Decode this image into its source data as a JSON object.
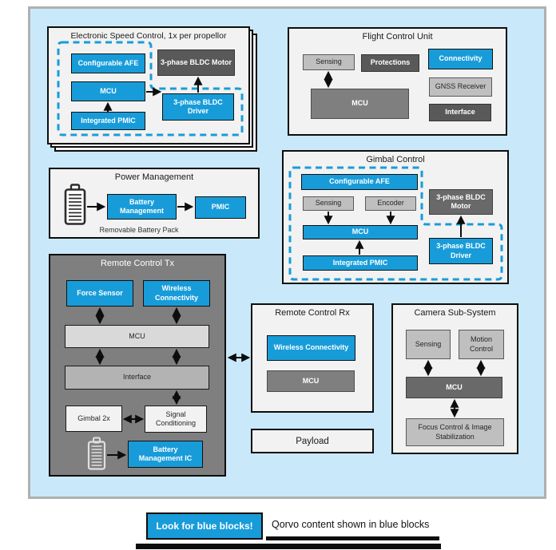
{
  "colors": {
    "panel_bg": "#c9e9fa",
    "qorvo_blue": "#189cd9",
    "dark_gray": "#595959",
    "medium_gray": "#7f7f7f",
    "light_gray": "#bfbfbf",
    "section_bg": "#f2f2f2"
  },
  "icons": {
    "battery_pack": "battery-icon",
    "battery_tx": "battery-icon"
  },
  "sections": {
    "esc": {
      "title": "Electronic Speed Control, 1x per propellor",
      "blocks": {
        "afe": "Configurable AFE",
        "mcu": "MCU",
        "pmic": "Integrated PMIC",
        "motor": "3-phase BLDC Motor",
        "driver": "3-phase BLDC Driver"
      }
    },
    "fcu": {
      "title": "Flight Control Unit",
      "blocks": {
        "sensing": "Sensing",
        "protections": "Protections",
        "connectivity": "Connectivity",
        "gnss": "GNSS Receiver",
        "mcu": "MCU",
        "interface": "Interface"
      }
    },
    "gimbal": {
      "title": "Gimbal Control",
      "blocks": {
        "afe": "Configurable AFE",
        "sensing": "Sensing",
        "encoder": "Encoder",
        "mcu": "MCU",
        "pmic": "Integrated PMIC",
        "motor": "3-phase BLDC Motor",
        "driver": "3-phase BLDC Driver"
      }
    },
    "power": {
      "title": "Power Management",
      "blocks": {
        "battery_management": "Battery Management",
        "pmic": "PMIC"
      },
      "caption": "Removable Battery Pack"
    },
    "tx": {
      "title": "Remote Control Tx",
      "blocks": {
        "force_sensor": "Force Sensor",
        "wireless": "Wireless Connectivity",
        "mcu": "MCU",
        "interface": "Interface",
        "gimbal2x": "Gimbal 2x",
        "signal": "Signal Conditioning",
        "bmic": "Battery Management IC"
      }
    },
    "rx": {
      "title": "Remote Control Rx",
      "blocks": {
        "wireless": "Wireless Connectivity",
        "mcu": "MCU"
      }
    },
    "payload": {
      "title": "Payload"
    },
    "camera": {
      "title": "Camera Sub-System",
      "blocks": {
        "sensing": "Sensing",
        "motion": "Motion Control",
        "mcu": "MCU",
        "focus": "Focus Control & Image Stabilization"
      }
    }
  },
  "legend": {
    "badge": "Look for blue blocks!",
    "text": "Qorvo content shown in blue blocks"
  }
}
